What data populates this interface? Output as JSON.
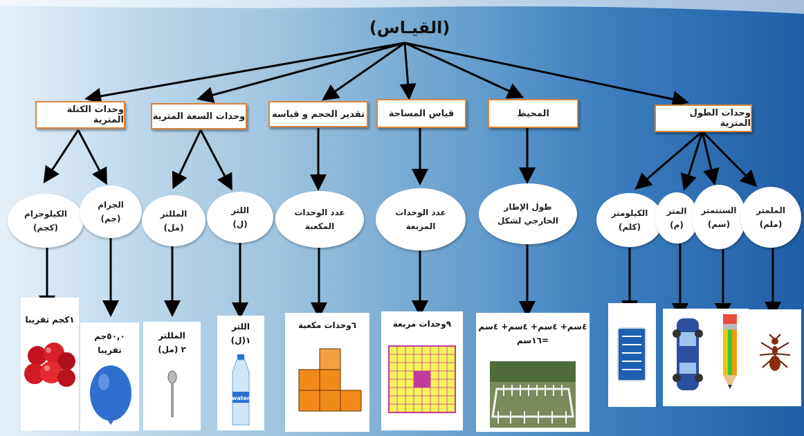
{
  "title": "(القيـاس)",
  "categories": {
    "mass": "وحدات الكتلة المترية",
    "capacity": "وحدات السعة المترية",
    "volume": "تقدير الحجم و قياسه",
    "area": "قياس المساحة",
    "perimeter": "المحيط",
    "length": "وحدات الطول المترية"
  },
  "ovals": {
    "kilogram": {
      "l1": "الكيلوجرام",
      "l2": "(كجم)"
    },
    "gram": {
      "l1": "الجرام",
      "l2": "(جم)"
    },
    "milliliter": {
      "l1": "المللتر",
      "l2": "(مل)"
    },
    "liter": {
      "l1": "اللتر",
      "l2": "(ل)"
    },
    "cubic_units": {
      "l1": "عدد الوحدات",
      "l2": "المكعبة"
    },
    "square_units": {
      "l1": "عدد الوحدات",
      "l2": "المربعة"
    },
    "frame_length": {
      "l1": "طول الإطار",
      "l2": "الخارجي لشكل"
    },
    "kilometer": {
      "l1": "الكيلومتر",
      "l2": "(كلم)"
    },
    "meter": {
      "l1": "المتر",
      "l2": "(م)"
    },
    "centimeter": {
      "l1": "السنتمتر",
      "l2": "(سم)"
    },
    "millimeter": {
      "l1": "الملمتر",
      "l2": "(ملم)"
    }
  },
  "cards": {
    "kilogram": {
      "l1": "١كجم تقريبا"
    },
    "gram": {
      "l1": "٥٠,٠جم",
      "l2": "تقريبا"
    },
    "milliliter": {
      "l1": "المللتر",
      "l2": "٢ (مل)"
    },
    "liter": {
      "l1": "اللتر",
      "l2": "١(ل)"
    },
    "cubic": {
      "l1": "٦وحدات مكعبة"
    },
    "square": {
      "l1": "٩وحدات مربعة"
    },
    "perimeter": {
      "l1": "٤سم+ ٤سم+ ٤سم+ ٤سم",
      "l2": "=١٦سم"
    }
  },
  "icons": {
    "apples": "apples-icon",
    "balloon": "balloon-icon",
    "spoon": "spoon-icon",
    "bottle": "water-bottle-icon",
    "cubes": "cubes-icon",
    "grid": "square-grid-icon",
    "fence": "garden-fence-icon",
    "sign": "road-sign-icon",
    "car": "car-icon",
    "pencil": "pencil-icon",
    "ant": "ant-icon"
  },
  "bottle_text": "water",
  "colors": {
    "box_border": "#d9833b",
    "cube": "#f28a1a",
    "grid_fill": "#f5f25a",
    "grid_center": "#c43a9c"
  }
}
